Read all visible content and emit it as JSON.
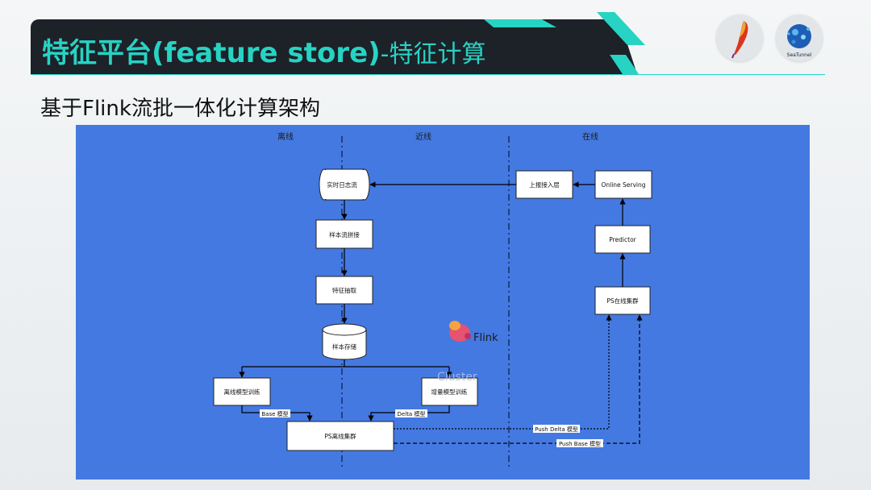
{
  "header": {
    "title_main": "特征平台(feature store)",
    "title_sub": "-特征计算",
    "subtitle": "基于Flink流批一体化计算架构",
    "logo_right_text": "SeaTunnel",
    "accent_color": "#27d3c3"
  },
  "diagram": {
    "background_color": "#4479e2",
    "columns": {
      "offline": "离线",
      "nearline": "近线",
      "online": "在线"
    },
    "nodes": {
      "realtime_log_stream": "实时日志流",
      "sample_join": "样本流拼接",
      "feature_extract": "特征抽取",
      "sample_storage": "样本存储",
      "offline_training": "离线模型训练",
      "incremental_training": "增量模型训练",
      "ps_offline_cluster": "PS离线集群",
      "report_access": "上报接入层",
      "online_serving": "Online Serving",
      "predictor": "Predictor",
      "ps_online_cluster": "PS在线集群"
    },
    "edge_labels": {
      "base_model": "Base 模型",
      "delta_model": "Delta 模型",
      "push_delta": "Push Delta 模型",
      "push_base": "Push Base 模型"
    },
    "overlays": {
      "flink": "Flink",
      "cluster": "Cluster"
    }
  }
}
